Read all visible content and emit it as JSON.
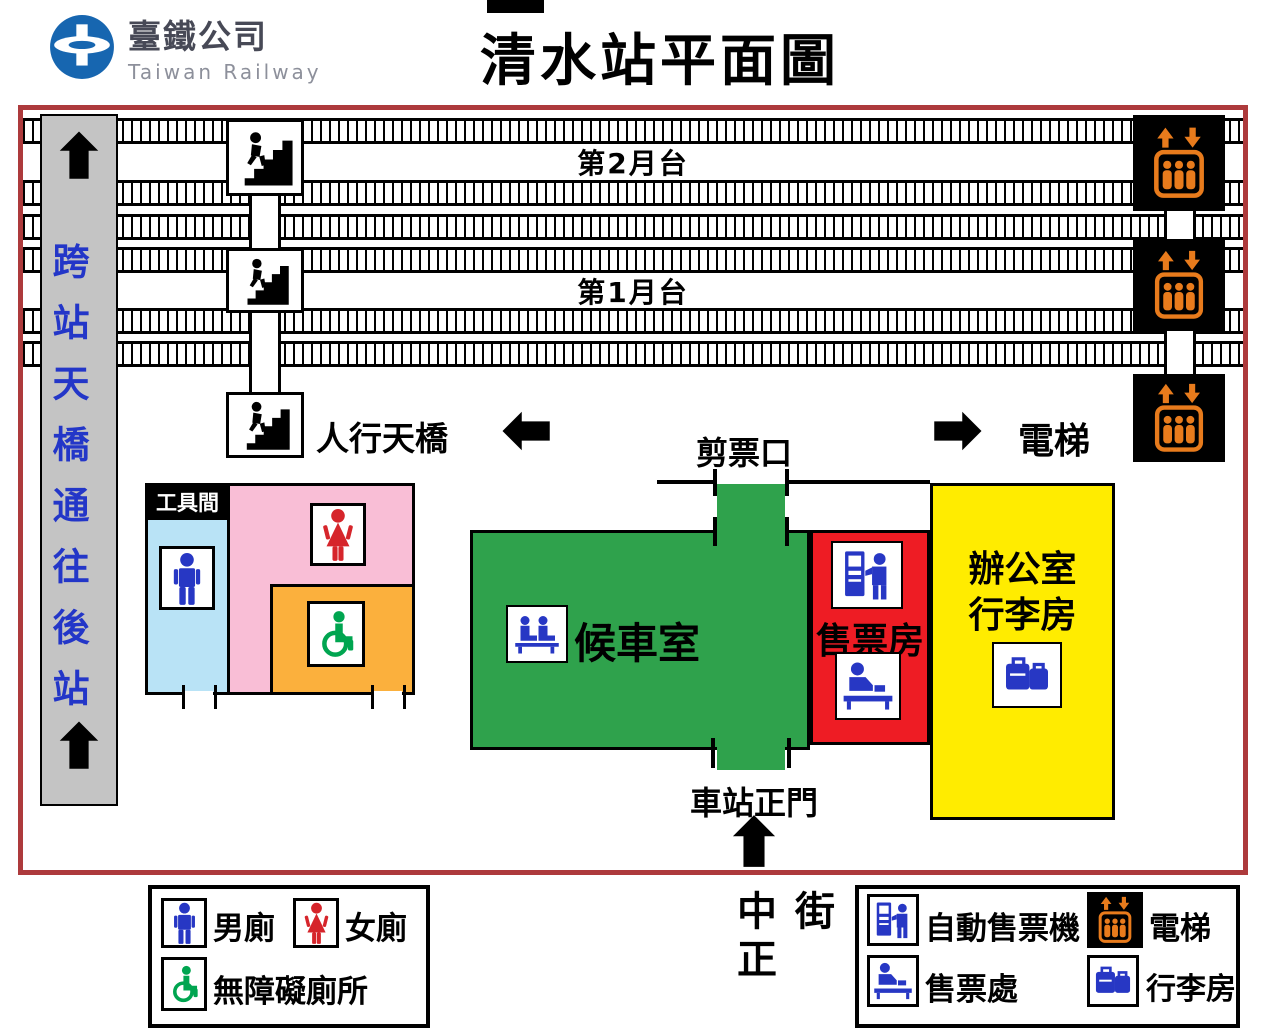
{
  "header": {
    "logo_title": "臺鐵公司",
    "logo_subtitle": "Taiwan Railway",
    "page_title": "清水站平面圖"
  },
  "map": {
    "footbridge_text": "跨站天橋通往後站",
    "platform_2": "第2月台",
    "platform_1": "第1月台",
    "pedestrian_bridge": "人行天橋",
    "ticket_gate": "剪票口",
    "elevator": "電梯",
    "tool_room": "工具間",
    "waiting_room": "候車室",
    "ticket_office": "售票房",
    "office_room_line1": "辦公室",
    "office_room_line2": "行李房",
    "main_entrance": "車站正門"
  },
  "legend_toilets": {
    "male": "男廁",
    "female": "女廁",
    "accessible": "無障礙廁所"
  },
  "street": "中正街",
  "legend_facilities": {
    "ticket_machine": "自動售票機",
    "elevator": "電梯",
    "ticket_counter": "售票處",
    "luggage_room": "行李房"
  },
  "icons": {
    "logo": "taiwan-railway-logo",
    "stairs": "stairs-icon",
    "elevator": "elevator-icon",
    "male": "male-toilet-icon",
    "female": "female-toilet-icon",
    "accessible": "accessible-toilet-icon",
    "waiting_bench": "waiting-bench-icon",
    "ticket_machine": "ticket-machine-icon",
    "ticket_counter": "ticket-counter-icon",
    "luggage": "luggage-icon",
    "arrow_up": "up-arrow-icon",
    "arrow_left": "left-arrow-icon",
    "arrow_right": "right-arrow-icon"
  },
  "colors": {
    "map_border": "#ad3a3c",
    "waiting_room_green": "#2fa24c",
    "ticket_office_red": "#ee1c24",
    "office_yellow": "#ffec00",
    "toilet_pink": "#f9bed6",
    "male_room_blue": "#b9e3f6",
    "accessible_orange": "#fbb03d",
    "icon_blue": "#2737c4",
    "icon_red": "#d6252b",
    "icon_green": "#00a550",
    "elevator_orange": "#e87b1c",
    "bridge_text_blue": "#2336c8",
    "footbridge_gray": "#c4c4c4",
    "logo_blue": "#1766b0"
  }
}
